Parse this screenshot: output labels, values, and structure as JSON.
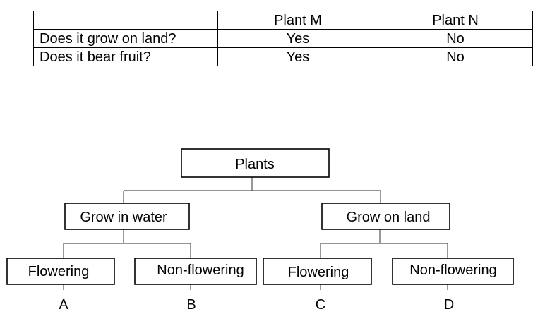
{
  "table": {
    "headers": [
      "",
      "Plant M",
      "Plant N"
    ],
    "rows": [
      {
        "question": "Does it grow on land?",
        "plant_m": "Yes",
        "plant_n": "No"
      },
      {
        "question": "Does it bear fruit?",
        "plant_m": "Yes",
        "plant_n": "No"
      }
    ]
  },
  "tree": {
    "root": "Plants",
    "groups": [
      {
        "label": "Grow in water",
        "children": [
          "Flowering",
          "Non-flowering"
        ]
      },
      {
        "label": "Grow on land",
        "children": [
          "Flowering",
          "Non-flowering"
        ]
      }
    ],
    "leaf_letters": [
      "A",
      "B",
      "C",
      "D"
    ]
  }
}
